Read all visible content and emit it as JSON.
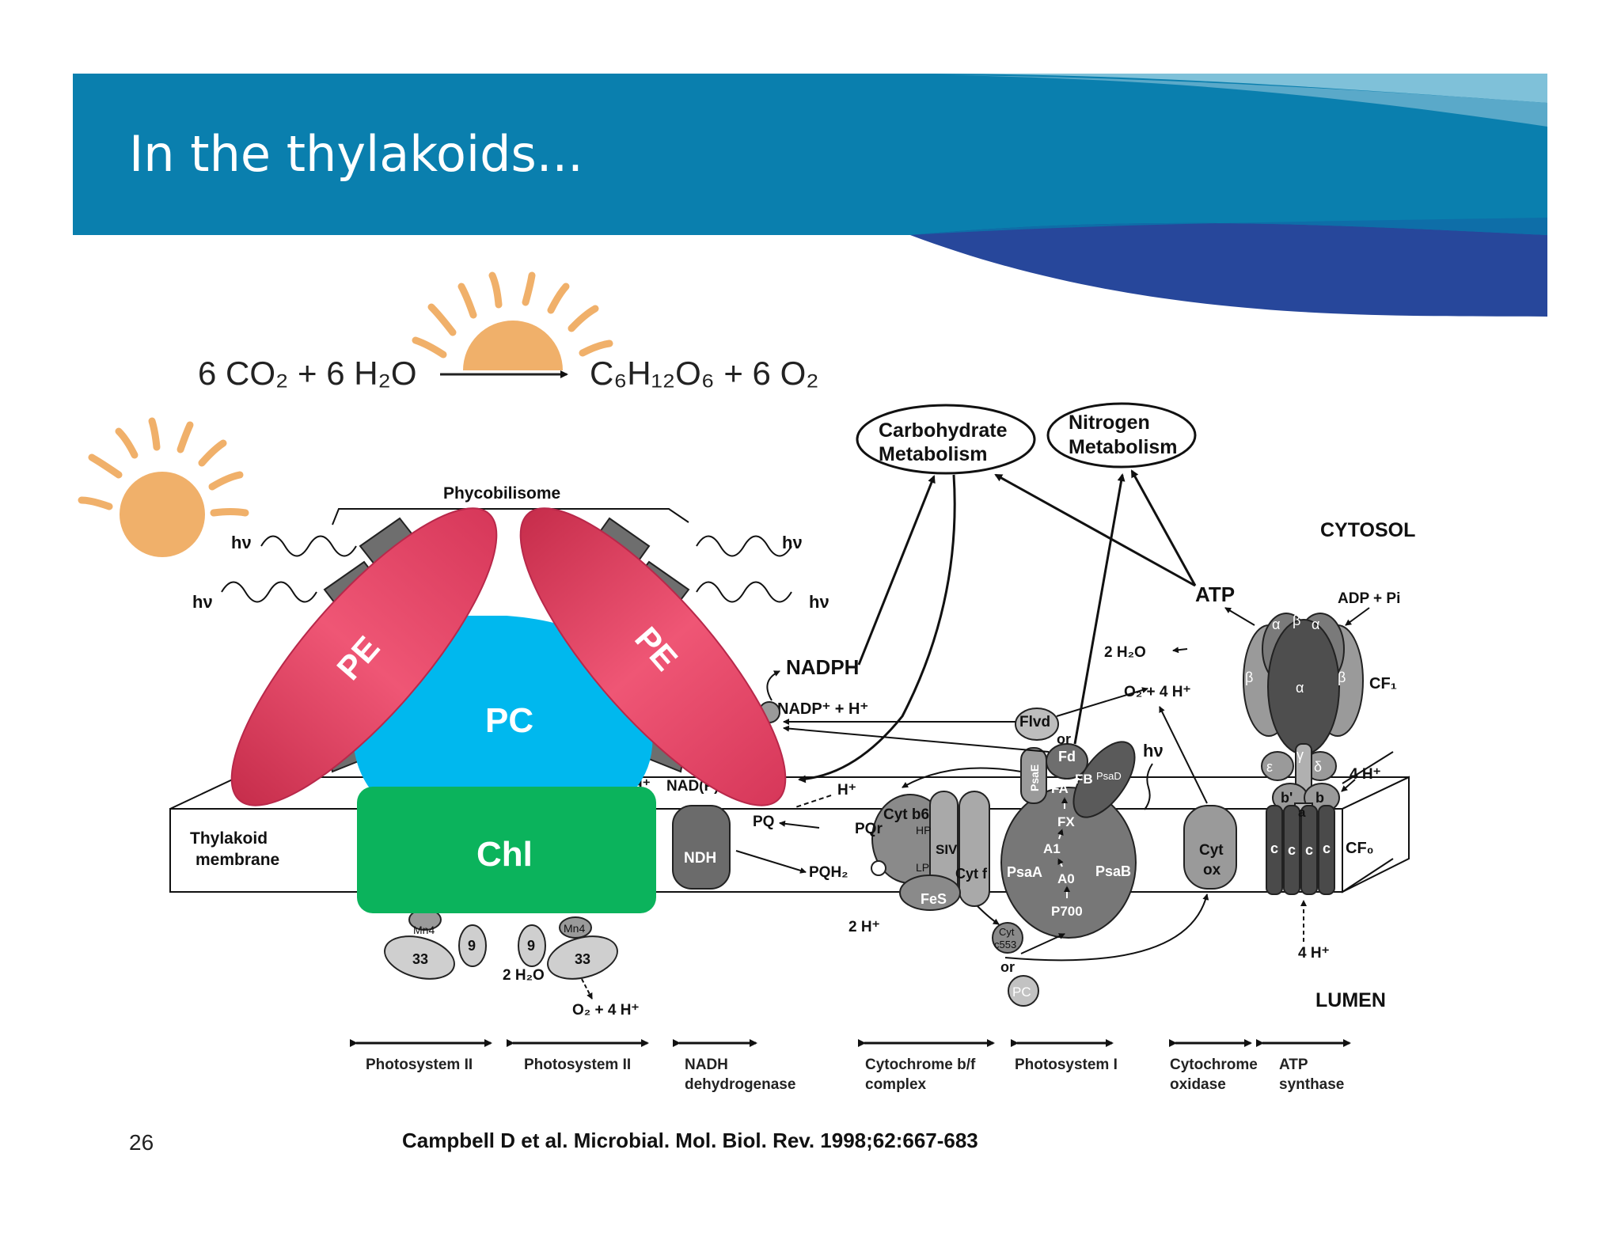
{
  "slide": {
    "title": "In the thylakoids...",
    "page_number": "26",
    "citation": "Campbell D et al. Microbial. Mol. Biol. Rev. 1998;62:667-683"
  },
  "equation": {
    "left": "6 CO₂ + 6 H₂O",
    "right": "C₆H₁₂O₆ + 6 O₂"
  },
  "colors": {
    "header_teal": "#0a7fae",
    "header_light": "#67b3cf",
    "header_navy": "#27479b",
    "sun": "#f0b06a",
    "pe": "#e5405f",
    "pc": "#00b8ee",
    "chl": "#0bb35c"
  },
  "overlays": {
    "pe_left": "PE",
    "pe_right": "PE",
    "pc": "PC",
    "chl": "Chl"
  },
  "metabolism": {
    "carbohydrate_1": "Carbohydrate",
    "carbohydrate_2": "Metabolism",
    "nitrogen_1": "Nitrogen",
    "nitrogen_2": "Metabolism"
  },
  "regions": {
    "cytosol": "CYTOSOL",
    "lumen": "LUMEN",
    "thylakoid_1": "Thylakoid",
    "thylakoid_2": "membrane",
    "phycobilisome": "Phycobilisome"
  },
  "labels": {
    "hv": "hν",
    "nadph": "NADPH",
    "nadp": "NADP⁺ + H⁺",
    "atp": "ATP",
    "adp": "ADP + Pi",
    "cf1": "CF₁",
    "cf0": "CF₀",
    "four_h_top": "4 H⁺",
    "four_h_bottom": "4 H⁺",
    "two_h2o_top": "2 H₂O",
    "o2_4h_top": "O₂ +  4 H⁺",
    "flvd": "Flvd",
    "or_1": "or",
    "or_2": "or",
    "fd": "Fd",
    "psae": "PsaE",
    "psad": "PsaD",
    "fa": "FA",
    "fb": "FB",
    "fx": "FX",
    "a1": "A1",
    "a0": "A0",
    "p700": "P700",
    "psaa": "PsaA",
    "psab": "PsaB",
    "cyt_ox_1": "Cyt",
    "cyt_ox_2": "ox",
    "cyt_b6": "Cyt b6",
    "qr": "PQr",
    "hp": "HP",
    "siv": "SIV",
    "lp": "LP",
    "cyt_f": "Cyt f",
    "fes": "FeS",
    "pq": "PQ",
    "pqh2": "PQH₂",
    "two_h_bottom": "2 H⁺",
    "h_plus": "H⁺",
    "h_plus_ps2": "H⁺",
    "nadp_ndh": "NAD(P)",
    "ndh": "NDH",
    "cyt_c553_1": "Cyt",
    "cyt_c553_2": "c553",
    "pc_small": "PC",
    "mn4": "Mn4",
    "n33": "33",
    "n9": "9",
    "two_h2o": "2 H₂O",
    "o2_4h": "O₂ +  4 H⁺",
    "alpha": "α",
    "beta": "β",
    "epsilon": "ε",
    "gamma": "γ",
    "delta": "δ",
    "b_prime": "b'",
    "b": "b",
    "a": "a",
    "c": "c"
  },
  "bottom_labels": {
    "ps2_left": "Photosystem II",
    "ps2_right": "Photosystem II",
    "ndh_1": "NADH",
    "ndh_2": "dehydrogenase",
    "cytbf_1": "Cytochrome b/f",
    "cytbf_2": "complex",
    "ps1": "Photosystem I",
    "cytox_1": "Cytochrome",
    "cytox_2": "oxidase",
    "atp_1": "ATP",
    "atp_2": "synthase"
  }
}
